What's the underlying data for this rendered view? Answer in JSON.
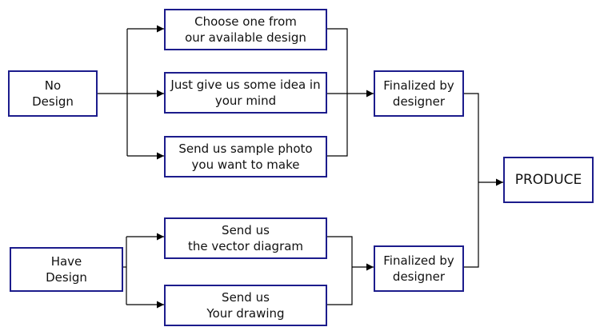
{
  "nodes": {
    "no_design": "No\nDesign",
    "choose_design": "Choose one from\nour available design",
    "give_idea": "Just give us some idea in\nyour mind",
    "send_photo": "Send us sample photo\nyou want to make",
    "finalized_top": "Finalized by\ndesigner",
    "have_design": "Have\nDesign",
    "send_vector": "Send us\nthe vector diagram",
    "send_drawing": "Send us\nYour drawing",
    "finalized_bottom": "Finalized by\ndesigner",
    "produce": "PRODUCE"
  },
  "colors": {
    "box_border": "#1c1c8c",
    "line": "#000000",
    "text": "#111111"
  }
}
